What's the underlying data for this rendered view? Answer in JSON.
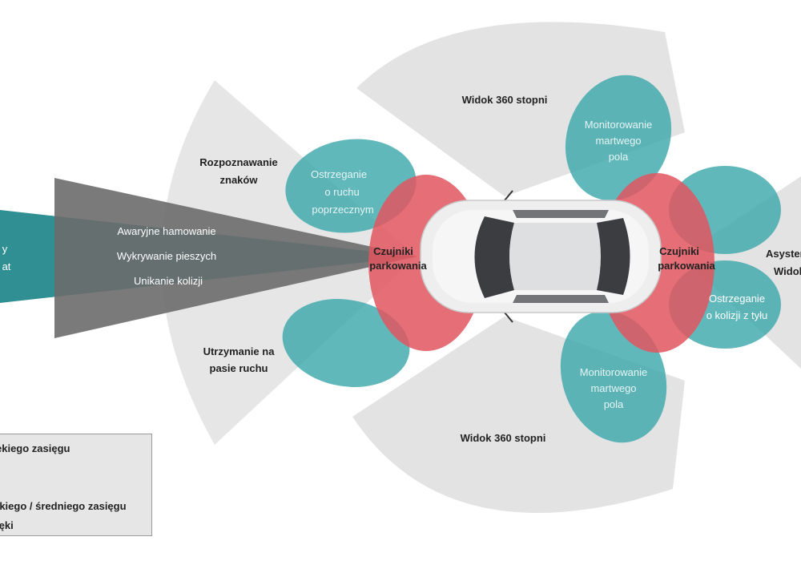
{
  "zones": {
    "view_360_top": "Widok 360 stopni",
    "view_360_bottom": "Widok 360 stopni",
    "sign_recognition": [
      "Rozpoznawanie",
      "znaków"
    ],
    "lane_keeping": [
      "Utrzymanie na",
      "pasie ruchu"
    ],
    "cross_traffic": [
      "Ostrzeganie",
      "o ruchu",
      "poprzecznym"
    ],
    "emergency_braking": "Awaryjne hamowanie",
    "pedestrian_detection": "Wykrywanie pieszych",
    "collision_avoidance": "Unikanie kolizji",
    "far_left_partial": [
      "y",
      "at"
    ],
    "parking_front": [
      "Czujniki",
      "parkowania"
    ],
    "parking_rear": [
      "Czujniki",
      "parkowania"
    ],
    "blind_spot_top": [
      "Monitorowanie",
      "martwego",
      "pola"
    ],
    "blind_spot_bottom": [
      "Monitorowanie",
      "martwego",
      "pola"
    ],
    "rear_collision": [
      "Ostrzeganie",
      "o kolizji z tyłu"
    ],
    "right_partial": [
      "Asysten",
      "Widok"
    ]
  },
  "legend": {
    "line1": "ekiego zasięgu",
    "line2": "tkiego / średniego zasięgu",
    "line3": "ięki"
  },
  "colors": {
    "gray_zone": "#e3e3e4",
    "dark_beam": "#6e6e6f",
    "teal_beam": "#2f8f93",
    "teal_lobe": "#3aa7ab",
    "red_lobe": "#e2555f",
    "car_body": "#eeeeef"
  }
}
